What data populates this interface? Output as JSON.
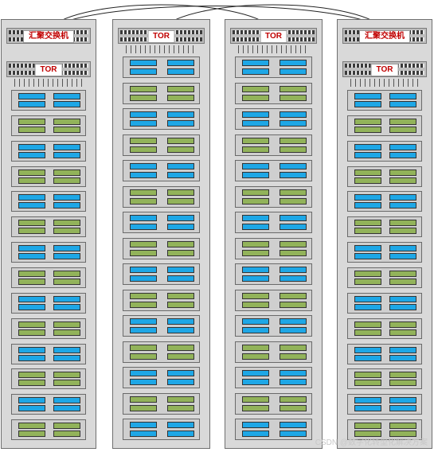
{
  "diagram": {
    "racks": [
      {
        "id": "rack-1",
        "switches": [
          {
            "type": "agg",
            "label": "汇聚交换机"
          },
          {
            "type": "tor",
            "label": "TOR"
          }
        ],
        "servers": [
          "blue",
          "green",
          "blue",
          "green",
          "blue",
          "green",
          "blue",
          "green",
          "blue",
          "green",
          "blue",
          "green",
          "blue",
          "green"
        ]
      },
      {
        "id": "rack-2",
        "switches": [
          {
            "type": "tor",
            "label": "TOR"
          }
        ],
        "servers": [
          "blue",
          "green",
          "blue",
          "green",
          "blue",
          "green",
          "blue",
          "green",
          "blue",
          "green",
          "blue",
          "green",
          "blue",
          "green",
          "blue"
        ]
      },
      {
        "id": "rack-3",
        "switches": [
          {
            "type": "tor",
            "label": "TOR"
          }
        ],
        "servers": [
          "blue",
          "green",
          "blue",
          "green",
          "blue",
          "green",
          "blue",
          "green",
          "blue",
          "green",
          "blue",
          "green",
          "blue",
          "green",
          "blue"
        ]
      },
      {
        "id": "rack-4",
        "switches": [
          {
            "type": "agg",
            "label": "汇聚交换机"
          },
          {
            "type": "tor",
            "label": "TOR"
          }
        ],
        "servers": [
          "blue",
          "green",
          "blue",
          "green",
          "blue",
          "green",
          "blue",
          "green",
          "blue",
          "green",
          "blue",
          "green",
          "blue",
          "green"
        ]
      }
    ],
    "colors": {
      "server_blue": "#1ea7e6",
      "server_green": "#92b35a",
      "label_text": "#c00000",
      "rack_fill": "#d9d9d9"
    }
  },
  "watermark": "CSDN @数字化转型化解决方案"
}
